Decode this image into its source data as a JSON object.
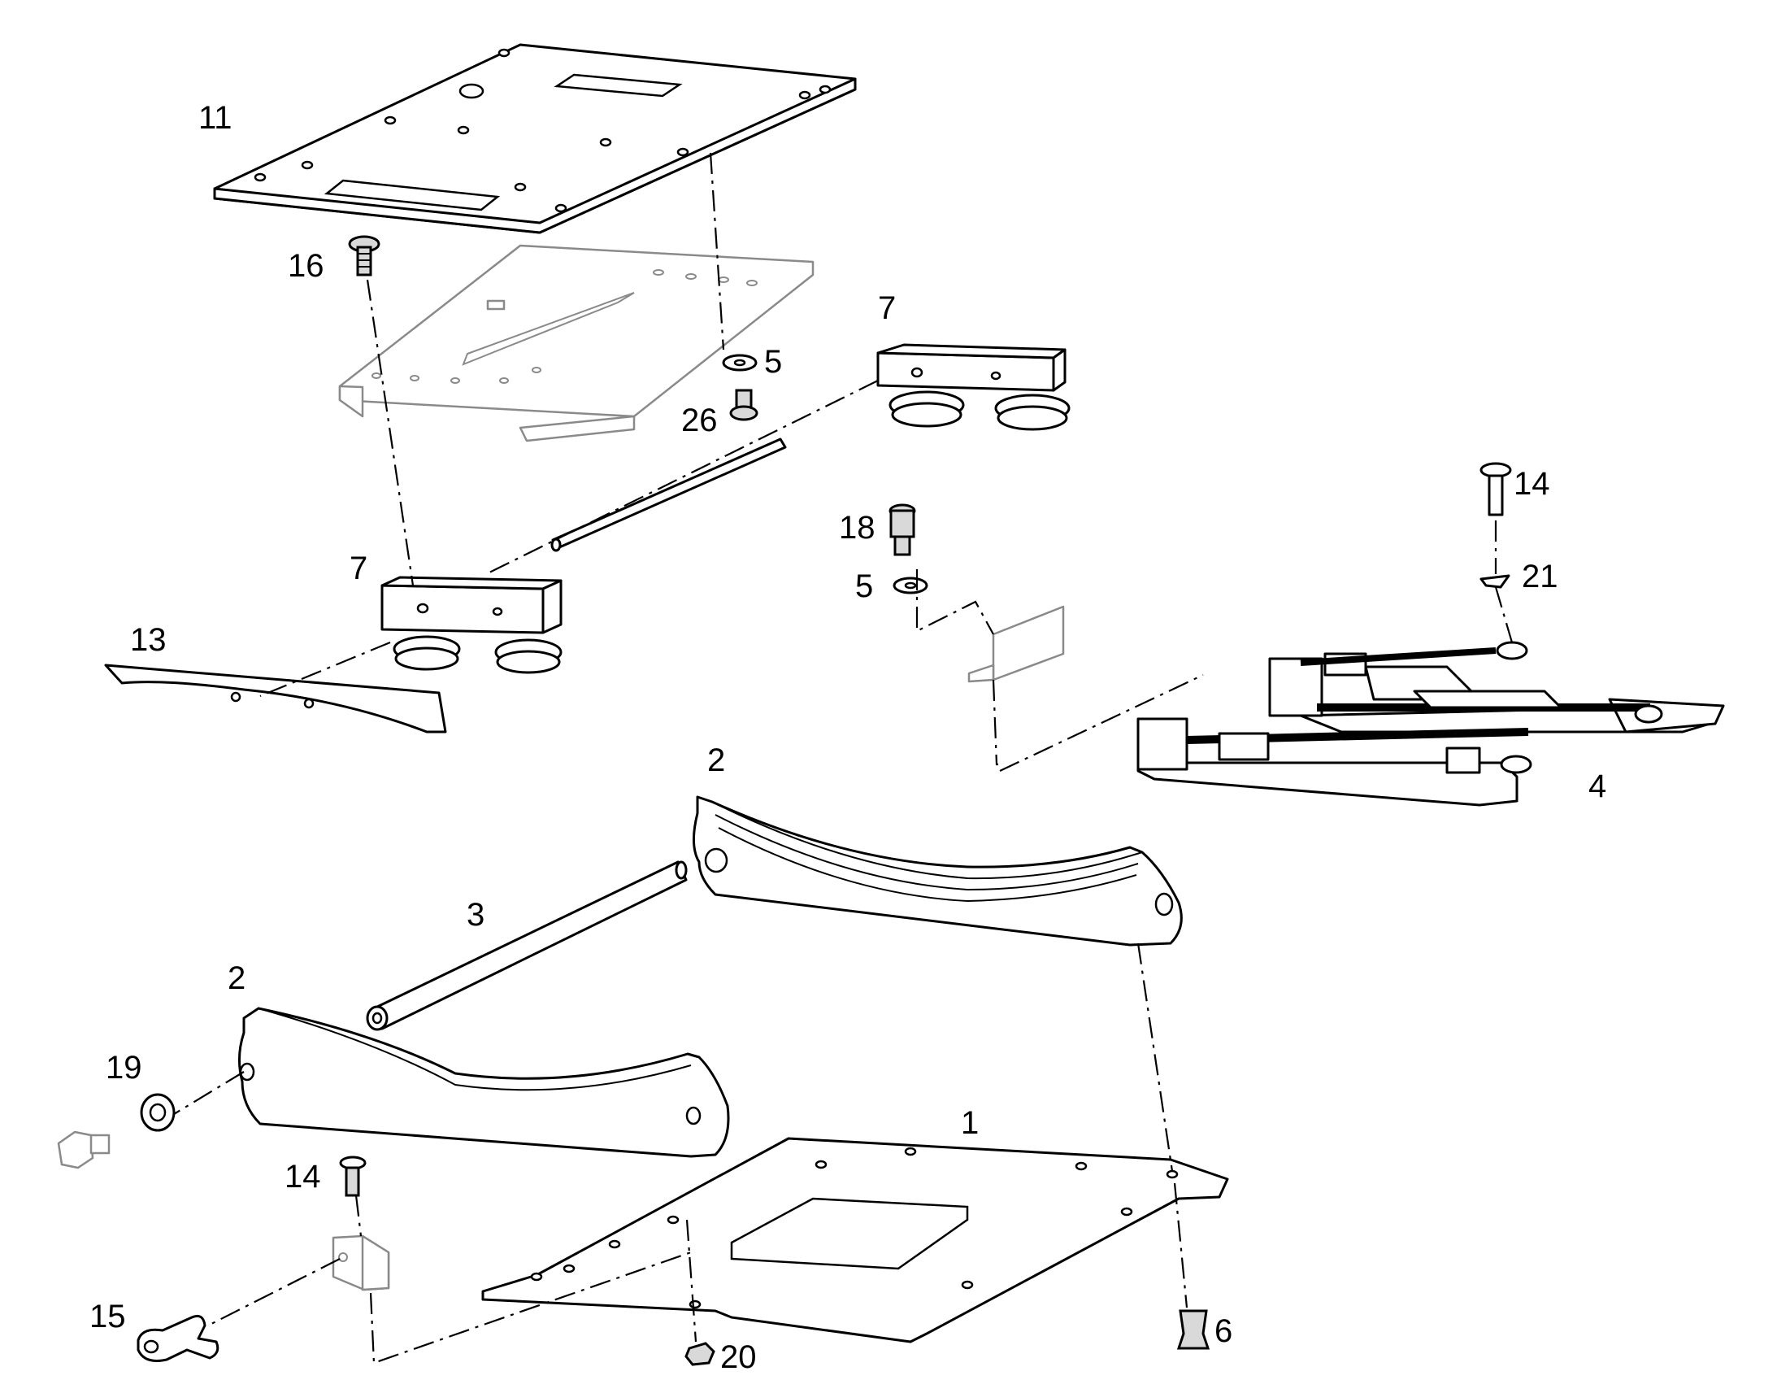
{
  "diagram": {
    "callouts": [
      {
        "id": "11",
        "text": "11"
      },
      {
        "id": "16",
        "text": "16"
      },
      {
        "id": "5a",
        "text": "5"
      },
      {
        "id": "26",
        "text": "26"
      },
      {
        "id": "7a",
        "text": "7"
      },
      {
        "id": "7b",
        "text": "7"
      },
      {
        "id": "13",
        "text": "13"
      },
      {
        "id": "18",
        "text": "18"
      },
      {
        "id": "5b",
        "text": "5"
      },
      {
        "id": "14a",
        "text": "14"
      },
      {
        "id": "21",
        "text": "21"
      },
      {
        "id": "4",
        "text": "4"
      },
      {
        "id": "2a",
        "text": "2"
      },
      {
        "id": "3",
        "text": "3"
      },
      {
        "id": "2b",
        "text": "2"
      },
      {
        "id": "19",
        "text": "19"
      },
      {
        "id": "1",
        "text": "1"
      },
      {
        "id": "14b",
        "text": "14"
      },
      {
        "id": "15",
        "text": "15"
      },
      {
        "id": "20",
        "text": "20"
      },
      {
        "id": "6",
        "text": "6"
      }
    ]
  }
}
